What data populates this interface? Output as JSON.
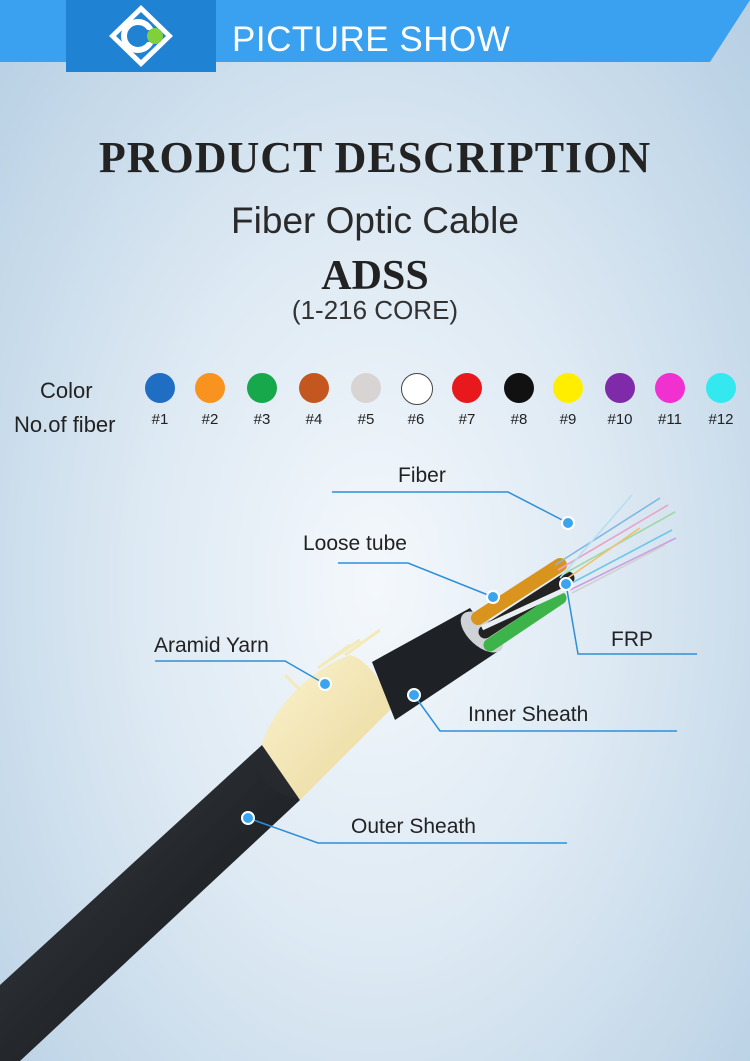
{
  "header": {
    "title": "PICTURE SHOW",
    "logo_icon": "logo-icon"
  },
  "heading": "PRODUCT DESCRIPTION",
  "product": {
    "name": "Fiber Optic Cable",
    "model": "ADSS",
    "core": "(1-216 CORE)"
  },
  "color_table": {
    "color_label": "Color",
    "fiber_label": "No.of fiber",
    "colors": [
      {
        "num": "#1",
        "color": "#1f6ec4"
      },
      {
        "num": "#2",
        "color": "#f7931e"
      },
      {
        "num": "#3",
        "color": "#16a84a"
      },
      {
        "num": "#4",
        "color": "#c4571f"
      },
      {
        "num": "#5",
        "color": "#d9d4d4"
      },
      {
        "num": "#6",
        "color": "#ffffff"
      },
      {
        "num": "#7",
        "color": "#e8191c"
      },
      {
        "num": "#8",
        "color": "#111111"
      },
      {
        "num": "#9",
        "color": "#ffee00"
      },
      {
        "num": "#10",
        "color": "#7f2aa8"
      },
      {
        "num": "#11",
        "color": "#f030cf"
      },
      {
        "num": "#12",
        "color": "#34e8f0"
      }
    ]
  },
  "labels": {
    "fiber": "Fiber",
    "loose_tube": "Loose tube",
    "frp": "FRP",
    "aramid_yarn": "Aramid Yarn",
    "inner_sheath": "Inner Sheath",
    "outer_sheath": "Outer Sheath"
  },
  "colors": {
    "accent": "#1f82d2",
    "header_band": "#3aa0f0",
    "callout_line": "#2e8fd8"
  }
}
